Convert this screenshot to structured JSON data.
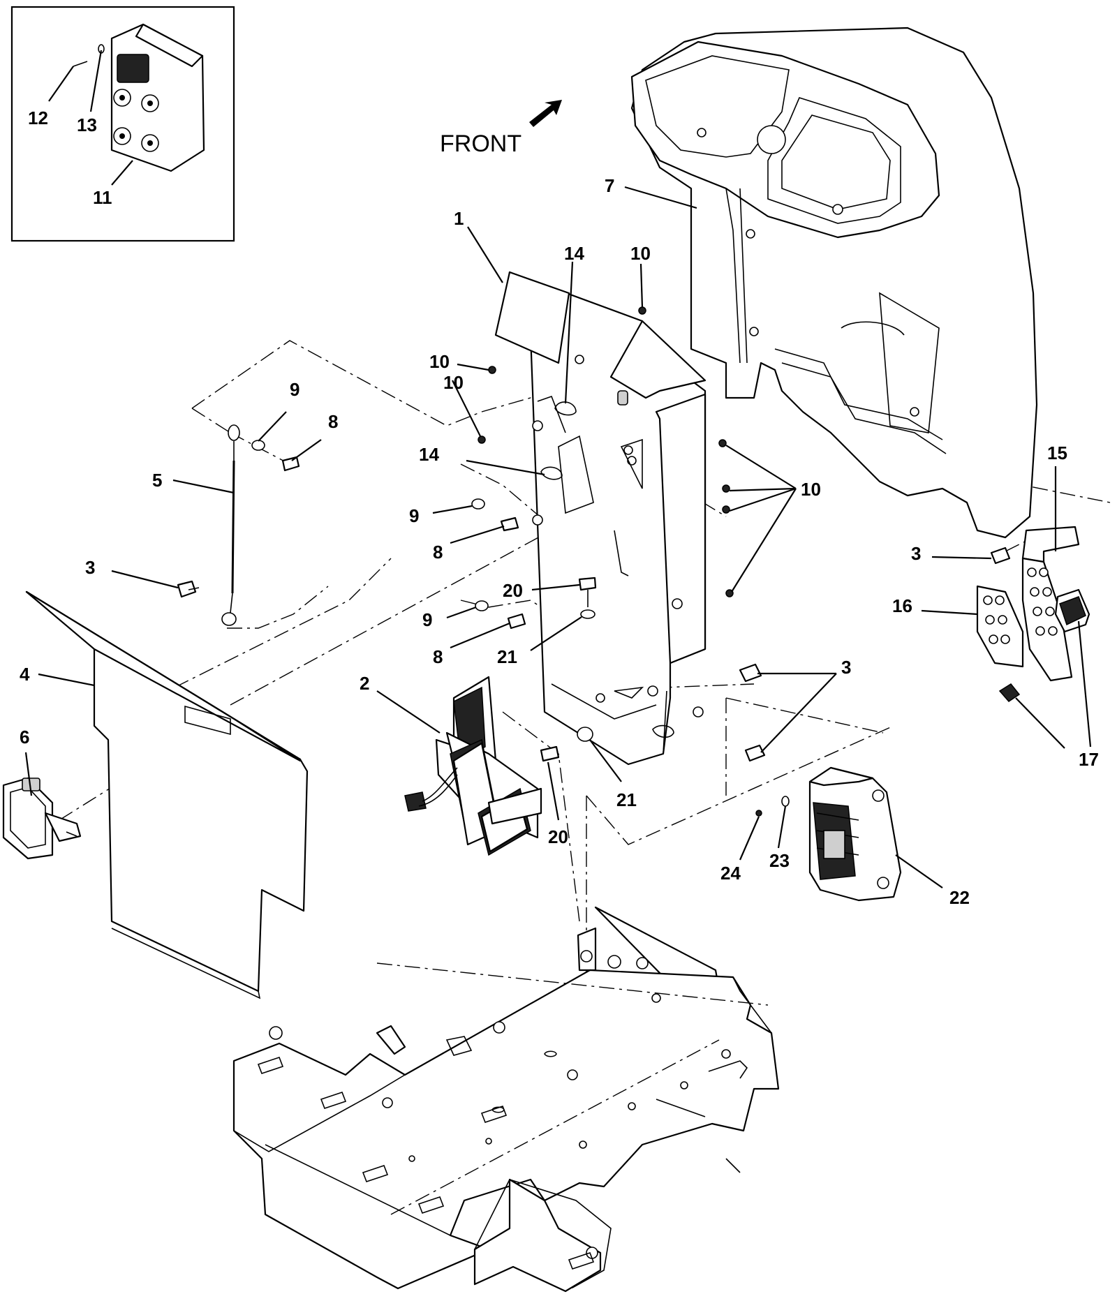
{
  "direction_label": "FRONT",
  "callouts": [
    {
      "id": "c-12",
      "text": "12"
    },
    {
      "id": "c-13",
      "text": "13"
    },
    {
      "id": "c-11",
      "text": "11"
    },
    {
      "id": "c-7",
      "text": "7"
    },
    {
      "id": "c-1",
      "text": "1"
    },
    {
      "id": "c-14a",
      "text": "14"
    },
    {
      "id": "c-10a",
      "text": "10"
    },
    {
      "id": "c-10b",
      "text": "10"
    },
    {
      "id": "c-10c",
      "text": "10"
    },
    {
      "id": "c-14b",
      "text": "14"
    },
    {
      "id": "c-10d",
      "text": "10"
    },
    {
      "id": "c-9a",
      "text": "9"
    },
    {
      "id": "c-8a",
      "text": "8"
    },
    {
      "id": "c-5",
      "text": "5"
    },
    {
      "id": "c-9b",
      "text": "9"
    },
    {
      "id": "c-8b",
      "text": "8"
    },
    {
      "id": "c-3a",
      "text": "3"
    },
    {
      "id": "c-20a",
      "text": "20"
    },
    {
      "id": "c-9c",
      "text": "9"
    },
    {
      "id": "c-21a",
      "text": "21"
    },
    {
      "id": "c-8c",
      "text": "8"
    },
    {
      "id": "c-4",
      "text": "4"
    },
    {
      "id": "c-2",
      "text": "2"
    },
    {
      "id": "c-6",
      "text": "6"
    },
    {
      "id": "c-3b",
      "text": "3"
    },
    {
      "id": "c-21b",
      "text": "21"
    },
    {
      "id": "c-20b",
      "text": "20"
    },
    {
      "id": "c-15",
      "text": "15"
    },
    {
      "id": "c-3c",
      "text": "3"
    },
    {
      "id": "c-16",
      "text": "16"
    },
    {
      "id": "c-17",
      "text": "17"
    },
    {
      "id": "c-24",
      "text": "24"
    },
    {
      "id": "c-23",
      "text": "23"
    },
    {
      "id": "c-22",
      "text": "22"
    }
  ]
}
